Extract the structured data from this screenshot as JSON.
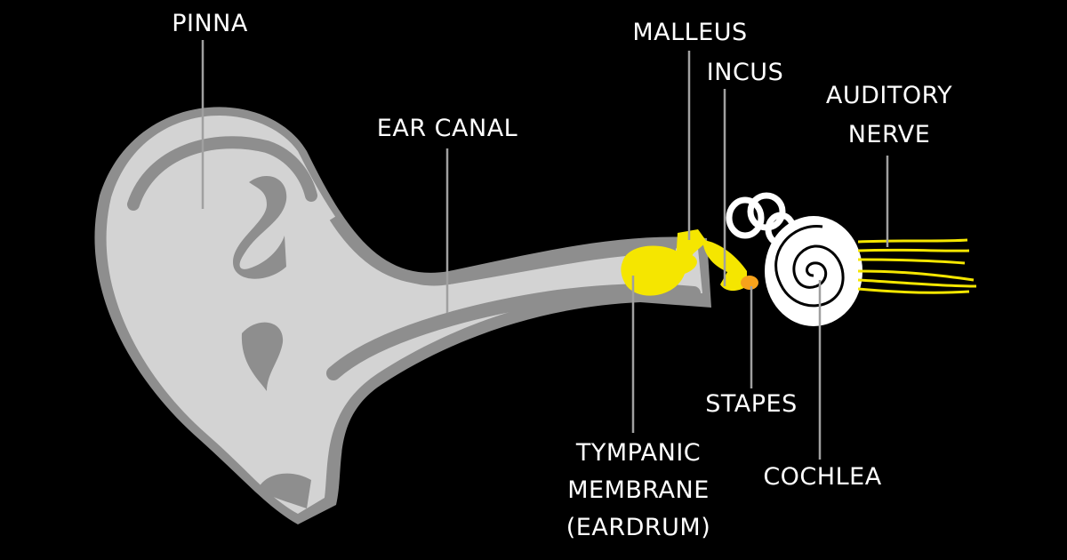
{
  "title": "Anatomy of the ear",
  "labels": {
    "pinna": "PINNA",
    "ear_canal": "EAR CANAL",
    "malleus": "MALLEUS",
    "incus": "INCUS",
    "auditory_nerve_1": "AUDITORY",
    "auditory_nerve_2": "NERVE",
    "stapes": "STAPES",
    "tympanic_1": "TYMPANIC",
    "tympanic_2": "MEMBRANE",
    "tympanic_3": "(EARDRUM)",
    "cochlea": "COCHLEA"
  },
  "colors": {
    "background": "#000000",
    "ear_light": "#d2d2d2",
    "ear_dark": "#8e8e8e",
    "ossicles": "#f5e600",
    "nerve": "#f5e600",
    "stapes_accent": "#f7a21b",
    "cochlea": "#ffffff"
  }
}
